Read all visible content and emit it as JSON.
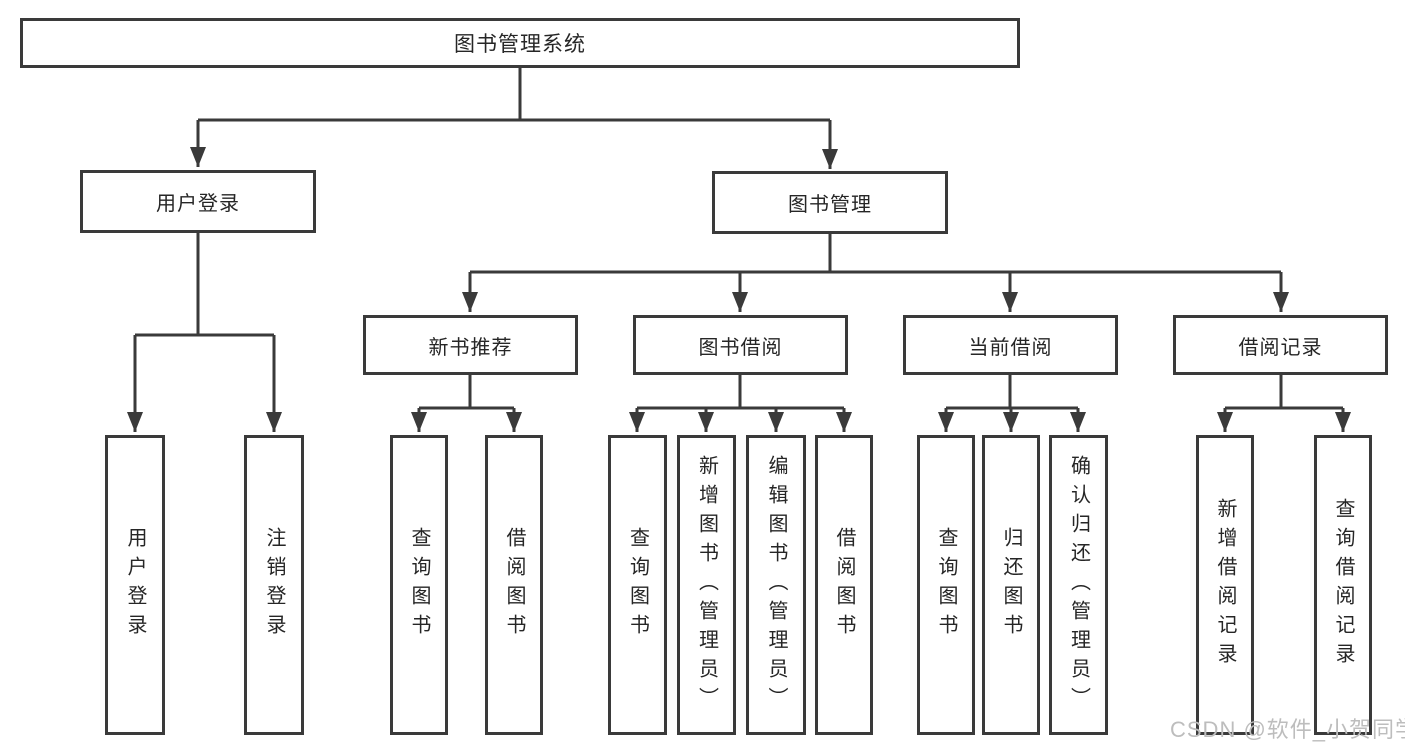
{
  "watermark": "CSDN @软件_小贺同学",
  "colors": {
    "line": "#3a3a3a",
    "node_border": "#3a3a3a",
    "text": "#262626",
    "watermark": "#bdbdbd",
    "background": "#ffffff"
  },
  "diagram_type": "hierarchy-tree",
  "tree": {
    "root": {
      "label": "图书管理系统"
    },
    "children": [
      {
        "label": "用户登录",
        "children": [
          {
            "label": "用户登录"
          },
          {
            "label": "注销登录"
          }
        ]
      },
      {
        "label": "图书管理",
        "children": [
          {
            "label": "新书推荐",
            "children": [
              {
                "label": "查询图书"
              },
              {
                "label": "借阅图书"
              }
            ]
          },
          {
            "label": "图书借阅",
            "children": [
              {
                "label": "查询图书"
              },
              {
                "label": "新增图书（管理员）"
              },
              {
                "label": "编辑图书（管理员）"
              },
              {
                "label": "借阅图书"
              }
            ]
          },
          {
            "label": "当前借阅",
            "children": [
              {
                "label": "查询图书"
              },
              {
                "label": "归还图书"
              },
              {
                "label": "确认归还（管理员）"
              }
            ]
          },
          {
            "label": "借阅记录",
            "children": [
              {
                "label": "新增借阅记录"
              },
              {
                "label": "查询借阅记录"
              }
            ]
          }
        ]
      }
    ]
  }
}
